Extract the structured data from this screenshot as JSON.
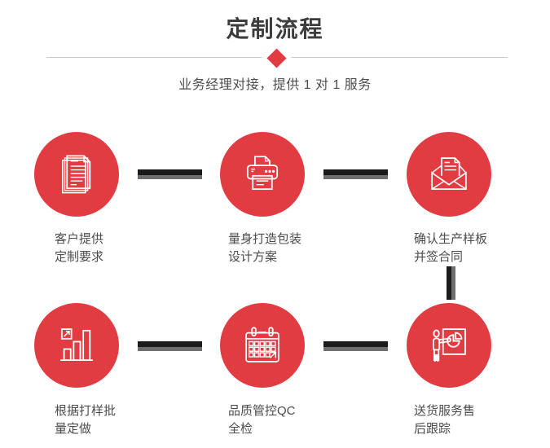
{
  "header": {
    "title": "定制流程",
    "subtitle": "业务经理对接，提供 1 对 1 服务"
  },
  "colors": {
    "accent_red": "#e23c43",
    "connector_dark": "#1b1b1b",
    "connector_gray": "#6e6e6e",
    "title_text": "#3d3d3d",
    "label_text": "#4c4c4c",
    "divider": "#cbcbcb",
    "icon_stroke": "#ffffff"
  },
  "steps": [
    {
      "icon": "documents-icon",
      "label": [
        "客户提供",
        "定制要求"
      ]
    },
    {
      "icon": "printer-icon",
      "label": [
        "量身打造包装",
        "设计方案"
      ]
    },
    {
      "icon": "envelope-icon",
      "label": [
        "确认生产样板",
        "并签合同"
      ]
    },
    {
      "icon": "bar-chart-icon",
      "label": [
        "根据打样批",
        "量定做"
      ]
    },
    {
      "icon": "calendar-icon",
      "label": [
        "品质管控QC",
        "全检"
      ]
    },
    {
      "icon": "presentation-icon",
      "label": [
        "送货服务售",
        "后跟踪"
      ]
    }
  ]
}
